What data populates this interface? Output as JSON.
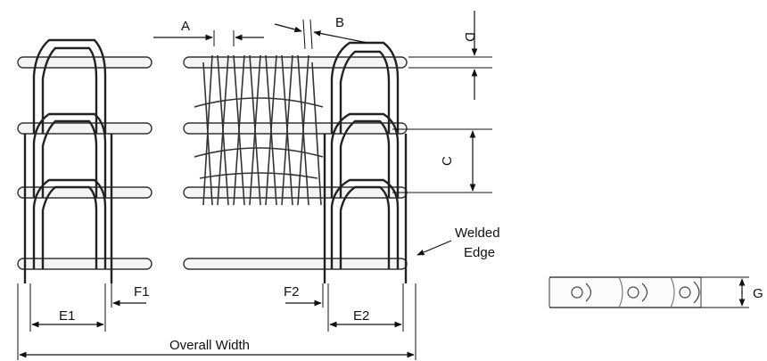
{
  "labels": {
    "A": "A",
    "B": "B",
    "C": "C",
    "D": "D",
    "E1": "E1",
    "E2": "E2",
    "F1": "F1",
    "F2": "F2",
    "G": "G",
    "overall_width": "Overall Width",
    "welded_line1": "Welded",
    "welded_line2": "Edge"
  },
  "colors": {
    "line": "#111111",
    "rod_fill": "#f4f4f4"
  }
}
